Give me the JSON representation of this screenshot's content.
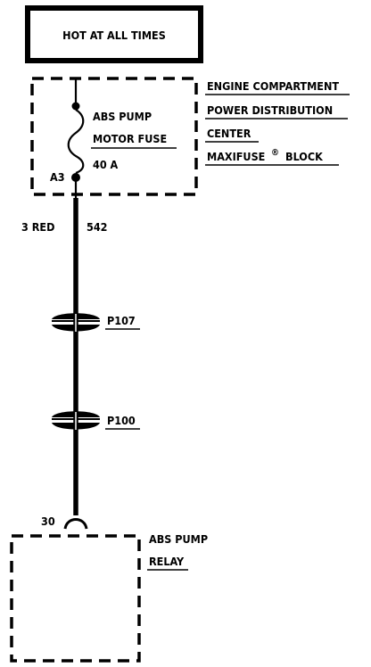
{
  "header": {
    "label": "HOT AT ALL TIMES"
  },
  "power_center": {
    "lines": [
      "ENGINE COMPARTMENT",
      "POWER DISTRIBUTION",
      "CENTER",
      "MAXIFUSE",
      "BLOCK"
    ],
    "registered_mark": "®"
  },
  "fuse": {
    "name_line1": "ABS PUMP",
    "name_line2": "MOTOR FUSE",
    "rating": "40 A",
    "pin": "A3"
  },
  "wire": {
    "size_color": "3 RED",
    "circuit": "542"
  },
  "connectors": [
    {
      "id": "P107"
    },
    {
      "id": "P100"
    }
  ],
  "relay": {
    "name_line1": "ABS PUMP",
    "name_line2": "RELAY",
    "terminal": "30"
  }
}
